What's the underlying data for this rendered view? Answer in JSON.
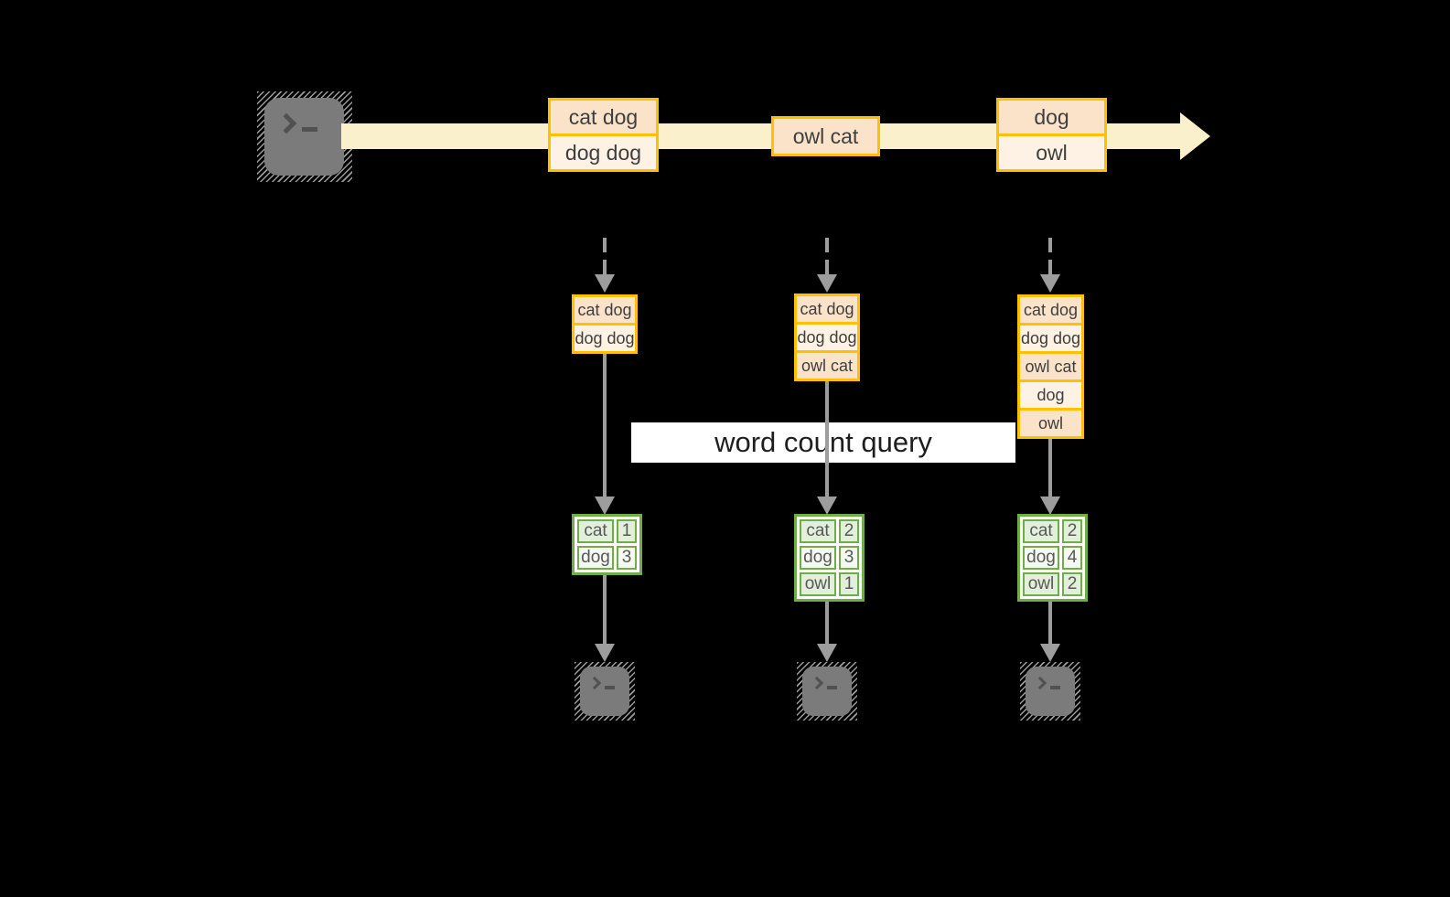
{
  "query_label": "word count query",
  "stream": {
    "batches": [
      {
        "lines": [
          "cat dog",
          "dog dog"
        ]
      },
      {
        "lines": [
          "owl cat"
        ]
      },
      {
        "lines": [
          "dog",
          "owl"
        ]
      }
    ]
  },
  "columns": [
    {
      "micro_batch": [
        "cat dog",
        "dog dog"
      ],
      "counts": [
        {
          "word": "cat",
          "n": "1"
        },
        {
          "word": "dog",
          "n": "3"
        }
      ]
    },
    {
      "micro_batch": [
        "cat dog",
        "dog dog",
        "owl cat"
      ],
      "counts": [
        {
          "word": "cat",
          "n": "2"
        },
        {
          "word": "dog",
          "n": "3"
        },
        {
          "word": "owl",
          "n": "1"
        }
      ]
    },
    {
      "micro_batch": [
        "cat dog",
        "dog dog",
        "owl cat",
        "dog",
        "owl"
      ],
      "counts": [
        {
          "word": "cat",
          "n": "2"
        },
        {
          "word": "dog",
          "n": "4"
        },
        {
          "word": "owl",
          "n": "2"
        }
      ]
    }
  ],
  "icons": {
    "source": "terminal-icon",
    "sinks": [
      "terminal-icon",
      "terminal-icon",
      "terminal-icon"
    ]
  },
  "colors": {
    "accent_gold": "#FFC000",
    "band_cream": "#FBF0CC",
    "fill_peach": "#FBE3CA",
    "fill_cream": "#FDF2E3",
    "green_border": "#70AD47",
    "green_fill_dark": "#E2EFDA",
    "green_fill_light": "#F4F9F1",
    "arrow_gray": "#9D9D9D"
  }
}
